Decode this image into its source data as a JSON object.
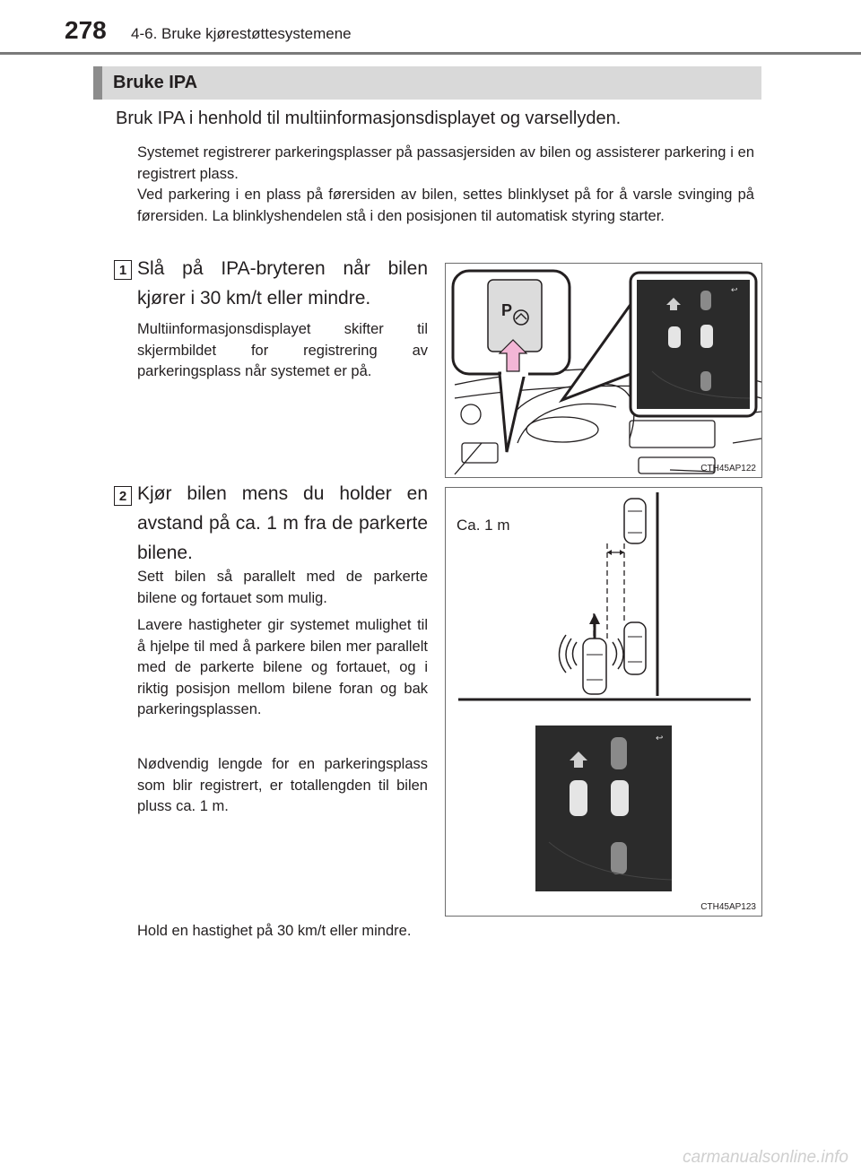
{
  "header": {
    "page_number": "278",
    "chapter": "4-6. Bruke kjørestøttesystemene"
  },
  "section": {
    "title": "Bruke IPA",
    "intro": "Bruk IPA i henhold til multiinformasjonsdisplayet og varsellyden.",
    "desc1": "Systemet registrerer parkeringsplasser på passasjersiden av bilen og assisterer parkering i en registrert plass.",
    "desc2": "Ved parkering i en plass på førersiden av bilen, settes blinklyset på for å varsle svinging på førersiden. La blinklyshendelen stå i den posisjonen til automatisk styring starter."
  },
  "steps": [
    {
      "number": "1",
      "title": "Slå på IPA-bryteren når bilen kjører i 30 km/t eller mindre.",
      "text": "Multiinformasjonsdisplayet skifter til skjermbildet for registrering av parkeringsplass når systemet er på.",
      "figure_code": "CTH45AP122"
    },
    {
      "number": "2",
      "title": "Kjør bilen mens du holder en avstand på ca. 1 m fra de parkerte bilene.",
      "text1": "Sett bilen så parallelt med de parkerte bilene og fortauet som mulig.",
      "text2": "Lavere hastigheter gir systemet mulighet til å hjelpe til med å parkere bilen mer parallelt med de parkerte bilene og fortauet, og i riktig posisjon mellom bilene foran og bak parkeringsplassen.",
      "text3": "Nødvendig lengde for en parkeringsplass som blir registrert, er totallengden til bilen pluss ca. 1 m.",
      "figure_code": "CTH45AP123",
      "figure_label": "Ca. 1 m"
    }
  ],
  "footer_text": "Hold en hastighet på 30 km/t eller mindre.",
  "watermark": "carmanualsonline.info",
  "colors": {
    "highlight": "#f3b6d6",
    "section_bar": "#d9d9d9",
    "screen": "#2b2b2b"
  }
}
